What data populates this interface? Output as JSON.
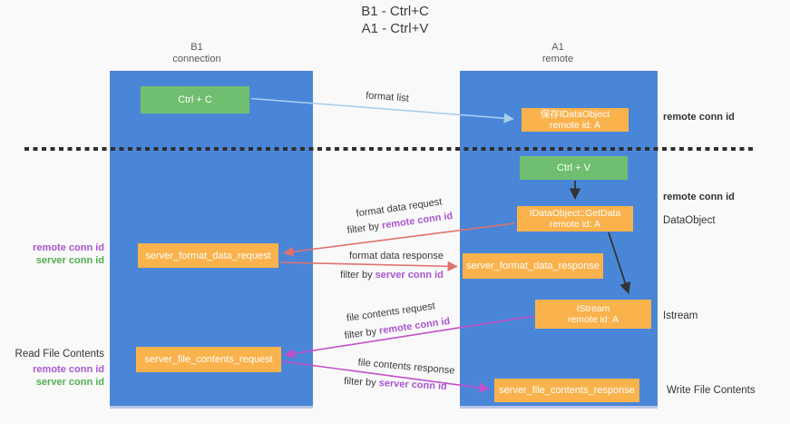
{
  "title": {
    "line1": "B1 - Ctrl+C",
    "line2": "A1 - Ctrl+V"
  },
  "lifelines": {
    "left": {
      "title": "B1",
      "subtitle": "connection"
    },
    "right": {
      "title": "A1",
      "subtitle": "remote"
    }
  },
  "nodes": {
    "ctrl_c": {
      "label": "Ctrl + C"
    },
    "ctrl_v": {
      "label": "Ctrl + V"
    },
    "save_dataobject": {
      "line1": "保存IDataObject",
      "line2": "remote id: A"
    },
    "getdata": {
      "line1": "IDataObject::GetData",
      "line2": "remote id: A"
    },
    "istream": {
      "line1": "IStream",
      "line2": "remote id: A"
    },
    "server_format_data_request": {
      "label": "server_format_data_request"
    },
    "server_format_data_response": {
      "label": "server_format_data_response"
    },
    "server_file_contents_request": {
      "label": "server_file_contents_request"
    },
    "server_file_contents_response": {
      "label": "server_file_contents_response"
    }
  },
  "flow_labels": {
    "format_list": "format list",
    "format_request": {
      "title": "format data request",
      "filter_prefix": "filter by",
      "filter_key": "remote conn id"
    },
    "format_response": {
      "title": "format data response",
      "filter_prefix": "filter by",
      "filter_key": "server conn id"
    },
    "file_request": {
      "title": "file contents request",
      "filter_prefix": "filter by",
      "filter_key": "remote conn id"
    },
    "file_response": {
      "title": "file contents response",
      "filter_prefix": "filter by",
      "filter_key": "server conn id"
    }
  },
  "margin_labels": {
    "right_remote_conn_top": "remote conn id",
    "right_remote_conn_mid": "remote conn id",
    "right_dataobject": "DataObject",
    "right_istream": "Istream",
    "right_write_file": "Write File Contents",
    "left_remote_conn_1": "remote conn id",
    "left_server_conn_1": "server conn id",
    "left_read_file": "Read File Contents",
    "left_remote_conn_2": "remote conn id",
    "left_server_conn_2": "server conn id"
  },
  "colors": {
    "lifeline_blue": "#4a86d8",
    "node_green": "#70bf70",
    "node_orange": "#f9b24c",
    "remote_conn_purple": "#a857d0",
    "server_conn_green": "#53ae53",
    "arrow_red": "#e0716d",
    "arrow_magenta": "#c44fc9",
    "arrow_lightblue": "#a9cfec",
    "arrow_black": "#333333",
    "divider_black": "#2e2e2e"
  }
}
